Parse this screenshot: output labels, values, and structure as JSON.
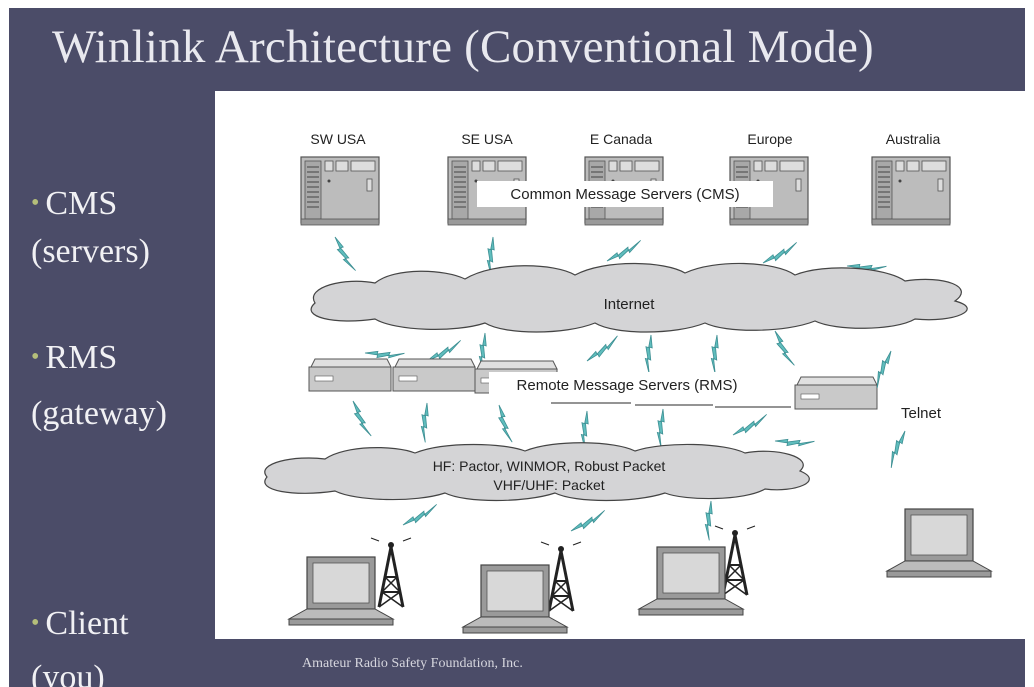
{
  "slide": {
    "title": "Winlink Architecture (Conventional Mode)",
    "bullets": [
      {
        "line1": "CMS",
        "line2": "(servers)"
      },
      {
        "line1": "RMS",
        "line2": "(gateway)"
      },
      {
        "line1": "Client",
        "line2": "(you)"
      }
    ],
    "footer": "Amateur Radio Safety Foundation, Inc."
  },
  "diagram": {
    "server_locations": [
      "SW USA",
      "SE USA",
      "E Canada",
      "Europe",
      "Australia"
    ],
    "cms_label": "Common Message Servers (CMS)",
    "internet_label": "Internet",
    "rms_label": "Remote Message Servers (RMS)",
    "telnet_label": "Telnet",
    "radio_line1": "HF:  Pactor, WINMOR, Robust Packet",
    "radio_line2": "VHF/UHF:  Packet"
  },
  "colors": {
    "background": "#4b4c68",
    "title_text": "#e9e9ef",
    "bullet_dot": "#b5bf7a",
    "cloud_fill": "#d4d4d6",
    "bolt_fill": "#5fbdbd"
  }
}
